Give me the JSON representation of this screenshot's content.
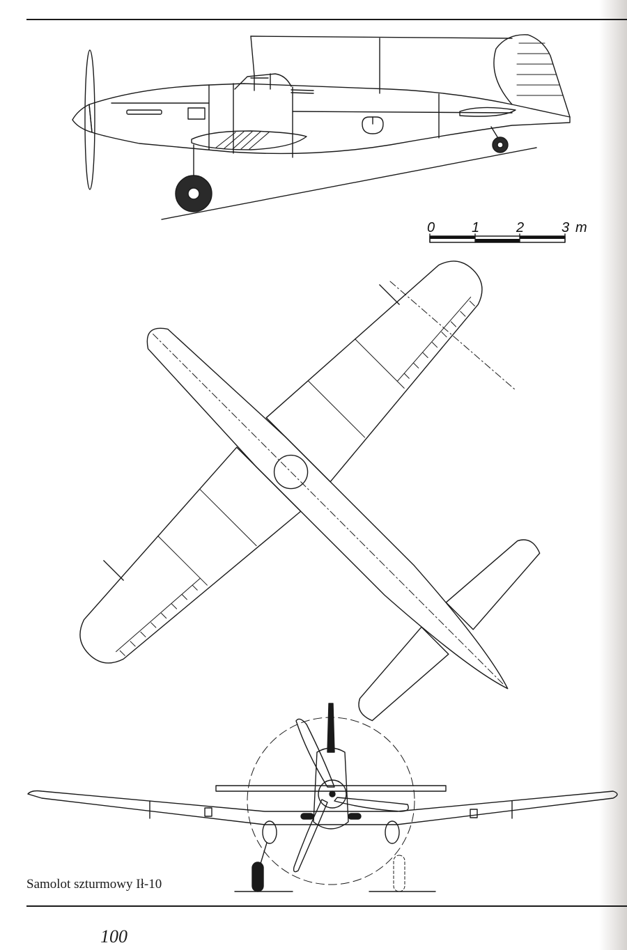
{
  "page": {
    "caption": "Samolot szturmowy Ił-10",
    "page_number": "100"
  },
  "scale_bar": {
    "ticks": [
      "0",
      "1",
      "2",
      "3"
    ],
    "unit": "m"
  },
  "drawings": {
    "side_view": "side-view",
    "plan_view": "plan-view",
    "front_view": "front-view"
  },
  "colors": {
    "ink": "#1a1a1a",
    "paper": "#ffffff",
    "gutter_shadow": "#d4d1ce"
  }
}
